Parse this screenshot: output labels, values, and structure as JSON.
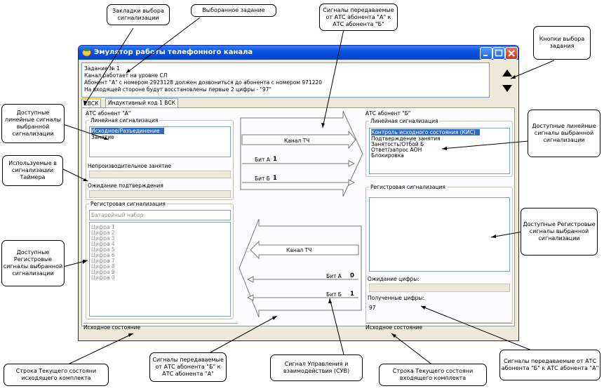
{
  "window": {
    "title": "Эмулятор работы телефонного канала"
  },
  "task_memo": {
    "lines": [
      "Задание № 1",
      "Канал работает на уровне СЛ",
      "Абонент \"А\" с номером 2923128 должен дозвониться до абонента с номером 971220",
      "На входящей стороне будут восстановлены первые 2 цифры - \"97\""
    ]
  },
  "tabs": [
    "2ВСК",
    "Индуктивный код 1 ВСК"
  ],
  "left": {
    "title": "АТС  абонент \"А\"",
    "line_group_label": "Линейная сигнализация",
    "line_signals": [
      "Исходное/Разъединение",
      "Занятие"
    ],
    "idle_label": "Непроизводительное занятие",
    "confirm_label": "Ожидание подтверждения",
    "reg_group_label": "Регистровая сигнализация",
    "reg_field_placeholder": "Батарейный набор",
    "digits": [
      "Цифра 1",
      "Цифра 2",
      "Цифра 3",
      "Цифра 4",
      "Цифра 5",
      "Цифра 6",
      "Цифра 7",
      "Цифра 8",
      "Цифра 9",
      "Цифра 0"
    ],
    "status": "Исходное состояние"
  },
  "middle": {
    "channel_top": "Канал ТЧ",
    "bit_a_top_label": "Бит А",
    "bit_a_top_value": "1",
    "bit_b_top_label": "Бит Б",
    "bit_b_top_value": "1",
    "channel_bottom": "Канал ТЧ",
    "bit_a_bottom_label": "Бит А",
    "bit_a_bottom_value": "0",
    "bit_b_bottom_label": "Бит Б",
    "bit_b_bottom_value": "1"
  },
  "right": {
    "title": "АТС  абонент \"Б\"",
    "line_group_label": "Линейная сигнализация",
    "line_signals": [
      "Контроль исходного состояния (КИС)",
      "Подтверждение занятия",
      "Занятость/Отбой Б",
      "Ответ/запрос АОН",
      "Блокировка"
    ],
    "reg_group_label": "Регистровая сигнализация",
    "wait_digits_label": "Ожидание цифры:",
    "received_digits_label": "Полученные цифры:",
    "received_digits_value": "97",
    "status": "Исходное состояние"
  },
  "callouts": {
    "tabs_select": "Закладки выбора сигнализации",
    "selected_task": "Выбоpанное задание",
    "signals_a_to_b": "Сигналы передаваемые от АТС абонента \"А\" к АТС абонента \"Б\"",
    "task_buttons": "Кнопки выбора задания",
    "left_line_signals": "Доступные линейные сигналы выбранной сигнализации",
    "timers": "Используемые в сигнализации Таймера",
    "left_reg_signals": "Доступные Регистровые сигналы выбранной сигнализации",
    "right_line_signals": "Доступные линейные сигналы выбранной сигнализации",
    "right_reg_signals": "Доступные Регистровые сигналы выбранной сигнализации",
    "status_outgoing": "Строка Текущего состояни исходящего комплекта",
    "signals_b_to_a_1": "Сигналы передаваемые от АТС абонента \"Б\" к АТС абонента \"А\"",
    "suv": "Сигнал Управления и взаимодействия (СУВ)",
    "status_incoming": "Строка Текущего состояни входящего комплекта",
    "signals_b_to_a_2": "Сигналы передаваемые от АТС абонента \"Б\" к АТС абонента \"А\""
  },
  "colors": {
    "title_bar": "#0a54e3",
    "selection": "#316ac5",
    "window_bg": "#ece9d8"
  }
}
